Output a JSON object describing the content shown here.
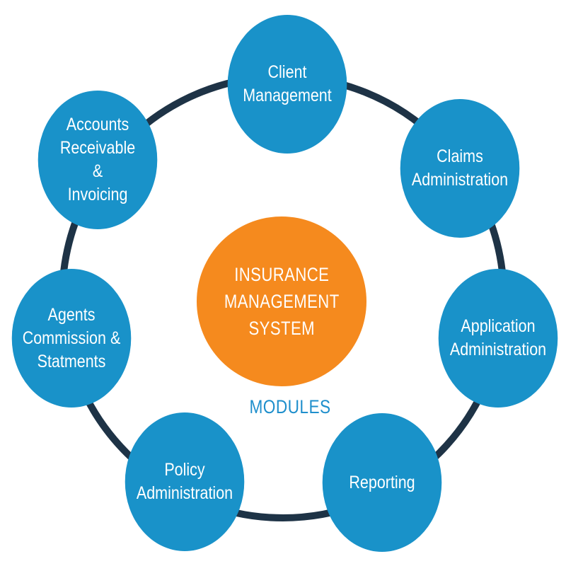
{
  "diagram": {
    "center": {
      "label": "INSURANCE\nMANAGEMENT\nSYSTEM"
    },
    "caption": "MODULES",
    "modules": [
      {
        "label": "Client\nManagement"
      },
      {
        "label": "Claims\nAdministration"
      },
      {
        "label": "Application\nAdministration"
      },
      {
        "label": "Reporting"
      },
      {
        "label": "Policy\nAdministration"
      },
      {
        "label": "Agents\nCommission &\nStatments"
      },
      {
        "label": "Accounts\nReceivable\n&\nInvoicing"
      }
    ],
    "colors": {
      "module_fill": "#1992c9",
      "center_fill": "#f58a1e",
      "ring_stroke": "#1e3346",
      "caption_text": "#1f8fcc",
      "label_text": "#ffffff"
    }
  }
}
